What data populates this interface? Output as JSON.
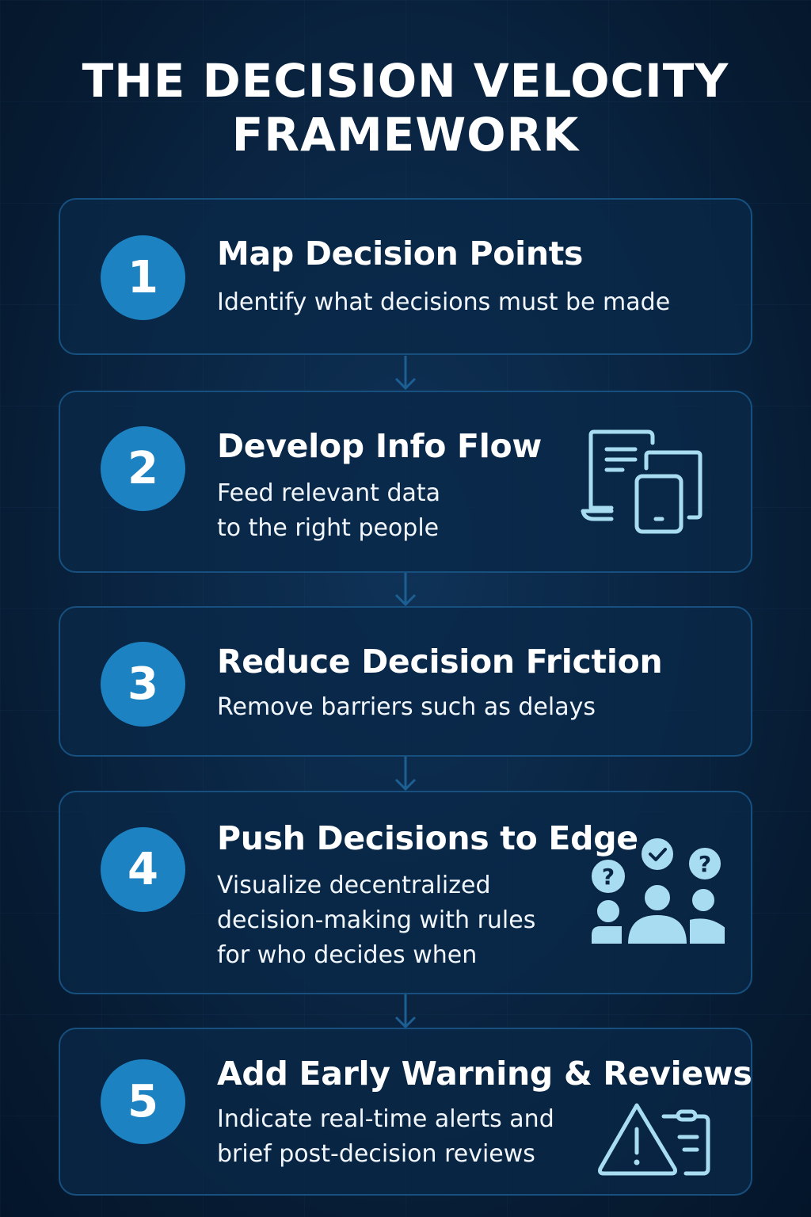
{
  "title": {
    "line1": "THE DECISION VELOCITY",
    "line2": "FRAMEWORK"
  },
  "colors": {
    "background": "#0a2543",
    "card_border": "#17507f",
    "badge": "#1d82c2",
    "icon": "#a8dcf0",
    "text": "#ffffff"
  },
  "steps": [
    {
      "number": "1",
      "title": "Map Decision Points",
      "description": "Identify what decisions must be made",
      "icon": null
    },
    {
      "number": "2",
      "title": "Develop Info Flow",
      "description": "Feed relevant data\nto the right people",
      "icon": "devices-document-icon"
    },
    {
      "number": "3",
      "title": "Reduce Decision Friction",
      "description": "Remove barriers such as delays",
      "icon": null
    },
    {
      "number": "4",
      "title": "Push Decisions to Edge",
      "description": "Visualize decentralized\ndecision-making with rules\nfor who decides when",
      "icon": "team-decision-icon"
    },
    {
      "number": "5",
      "title": "Add Early Warning & Reviews",
      "description": "Indicate real-time alerts and\nbrief post-decision reviews",
      "icon": "warning-clipboard-icon"
    }
  ],
  "connectors": [
    "arrow-down",
    "arrow-down",
    "arrow-down",
    "arrow-down"
  ]
}
